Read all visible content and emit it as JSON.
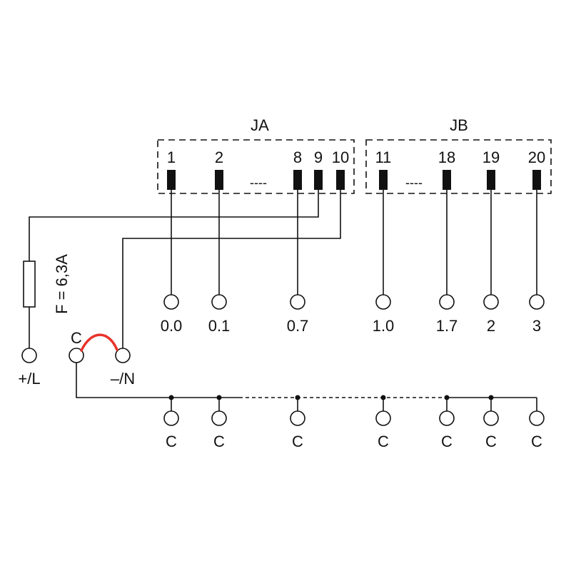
{
  "connectors": {
    "ja": {
      "label": "JA",
      "pins": [
        "1",
        "2",
        "8",
        "9",
        "10"
      ],
      "ellipsis": "----"
    },
    "jb": {
      "label": "JB",
      "pins": [
        "11",
        "18",
        "19",
        "20"
      ],
      "ellipsis": "----"
    }
  },
  "outputs": [
    "0.0",
    "0.1",
    "0.7",
    "1.0",
    "1.7",
    "2",
    "3"
  ],
  "fuse": {
    "label": "F = 6,3A"
  },
  "power": {
    "plus": "+/L",
    "minus": "–/N",
    "common": "C"
  },
  "common_bus": {
    "labels": [
      "C",
      "C",
      "C",
      "C",
      "C",
      "C",
      "C"
    ]
  },
  "colors": {
    "line": "#111111",
    "jumper": "#e8332a"
  }
}
